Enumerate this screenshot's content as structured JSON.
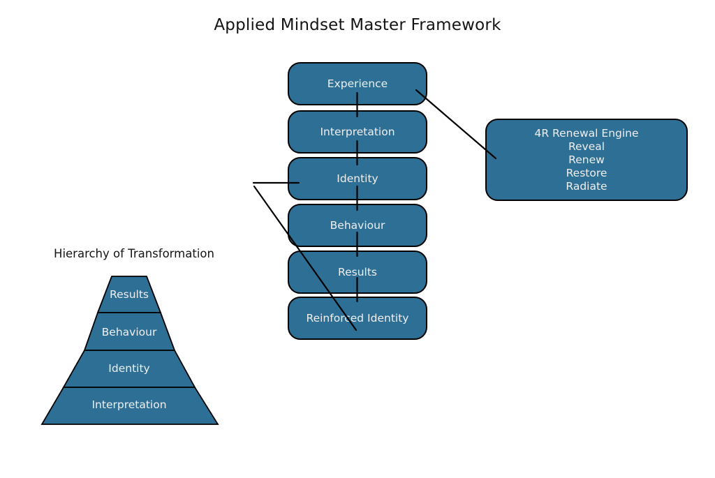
{
  "title": "Applied Mindset Master Framework",
  "chain": {
    "items": [
      "Experience",
      "Interpretation",
      "Identity",
      "Behaviour",
      "Results",
      "Reinforced Identity"
    ]
  },
  "engine": {
    "title": "4R Renewal Engine",
    "items": [
      "Reveal",
      "Renew",
      "Restore",
      "Radiate"
    ]
  },
  "pyramid": {
    "title": "Hierarchy of Transformation",
    "levels": [
      "Results",
      "Behaviour",
      "Identity",
      "Interpretation"
    ]
  },
  "colors": {
    "box_fill": "#2E6F96",
    "box_border": "#000000",
    "box_text": "#EFEFEF",
    "title_text": "#141414",
    "line": "#000000",
    "background": "#FFFFFF"
  }
}
